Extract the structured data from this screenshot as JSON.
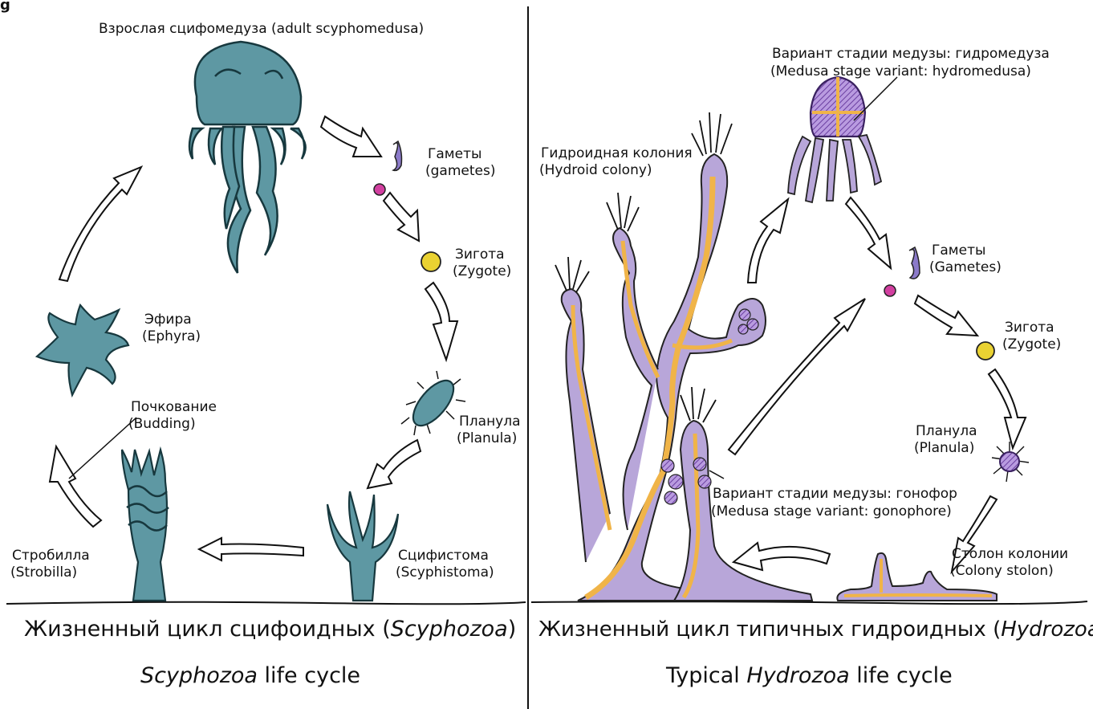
{
  "corner_mark": "g",
  "colors": {
    "scypho_body": "#5e98a3",
    "scypho_outline": "#17383e",
    "hydro_purple": "#b8a6d9",
    "hydro_purple_dark": "#6a3fa0",
    "hydro_orange": "#f0b448",
    "gamete_pink": "#d23fa0",
    "zygote_yellow": "#ead232",
    "outline": "#111111"
  },
  "left_panel": {
    "adult": "Взрослая сцифомедуза (adult scyphomedusa)",
    "gametes_ru": "Гаметы",
    "gametes_en": "(gametes)",
    "zygote_ru": "Зигота",
    "zygote_en": "(Zygote)",
    "planula_ru": "Планула",
    "planula_en": "(Planula)",
    "scyphistoma_ru": "Сцифистома",
    "scyphistoma_en": "(Scyphistoma)",
    "strobila_ru": "Стробилла",
    "strobila_en": "(Strobilla)",
    "budding_ru": "Почкование",
    "budding_en": "(Budding)",
    "ephyra_ru": "Эфира",
    "ephyra_en": "(Ephyra)",
    "title_ru_pre": "Жизненный цикл сцифоидных (",
    "title_ru_italic": "Scyphozoa",
    "title_ru_post": ")",
    "title_en_italic": "Scyphozoa",
    "title_en_post": " life cycle"
  },
  "right_panel": {
    "colony_ru": "Гидроидная колония",
    "colony_en": "(Hydroid colony)",
    "hydromedusa_ru": "Вариант стадии медузы: гидромедуза",
    "hydromedusa_en": "(Medusa stage variant: hydromedusa)",
    "gametes_ru": "Гаметы",
    "gametes_en": "(Gametes)",
    "zygote_ru": "Зигота",
    "zygote_en": "(Zygote)",
    "planula_ru": "Планула",
    "planula_en": "(Planula)",
    "stolon_ru": "Столон колонии",
    "stolon_en": "(Colony stolon)",
    "gonophore_ru": "Вариант стадии медузы: гонофор",
    "gonophore_en": "(Medusa stage variant: gonophore)",
    "title_ru_pre": "Жизненный цикл типичных гидроидных (",
    "title_ru_italic": "Hydrozoa",
    "title_ru_post": ")",
    "title_en_pre": "Typical ",
    "title_en_italic": "Hydrozoa",
    "title_en_post": " life cycle"
  }
}
